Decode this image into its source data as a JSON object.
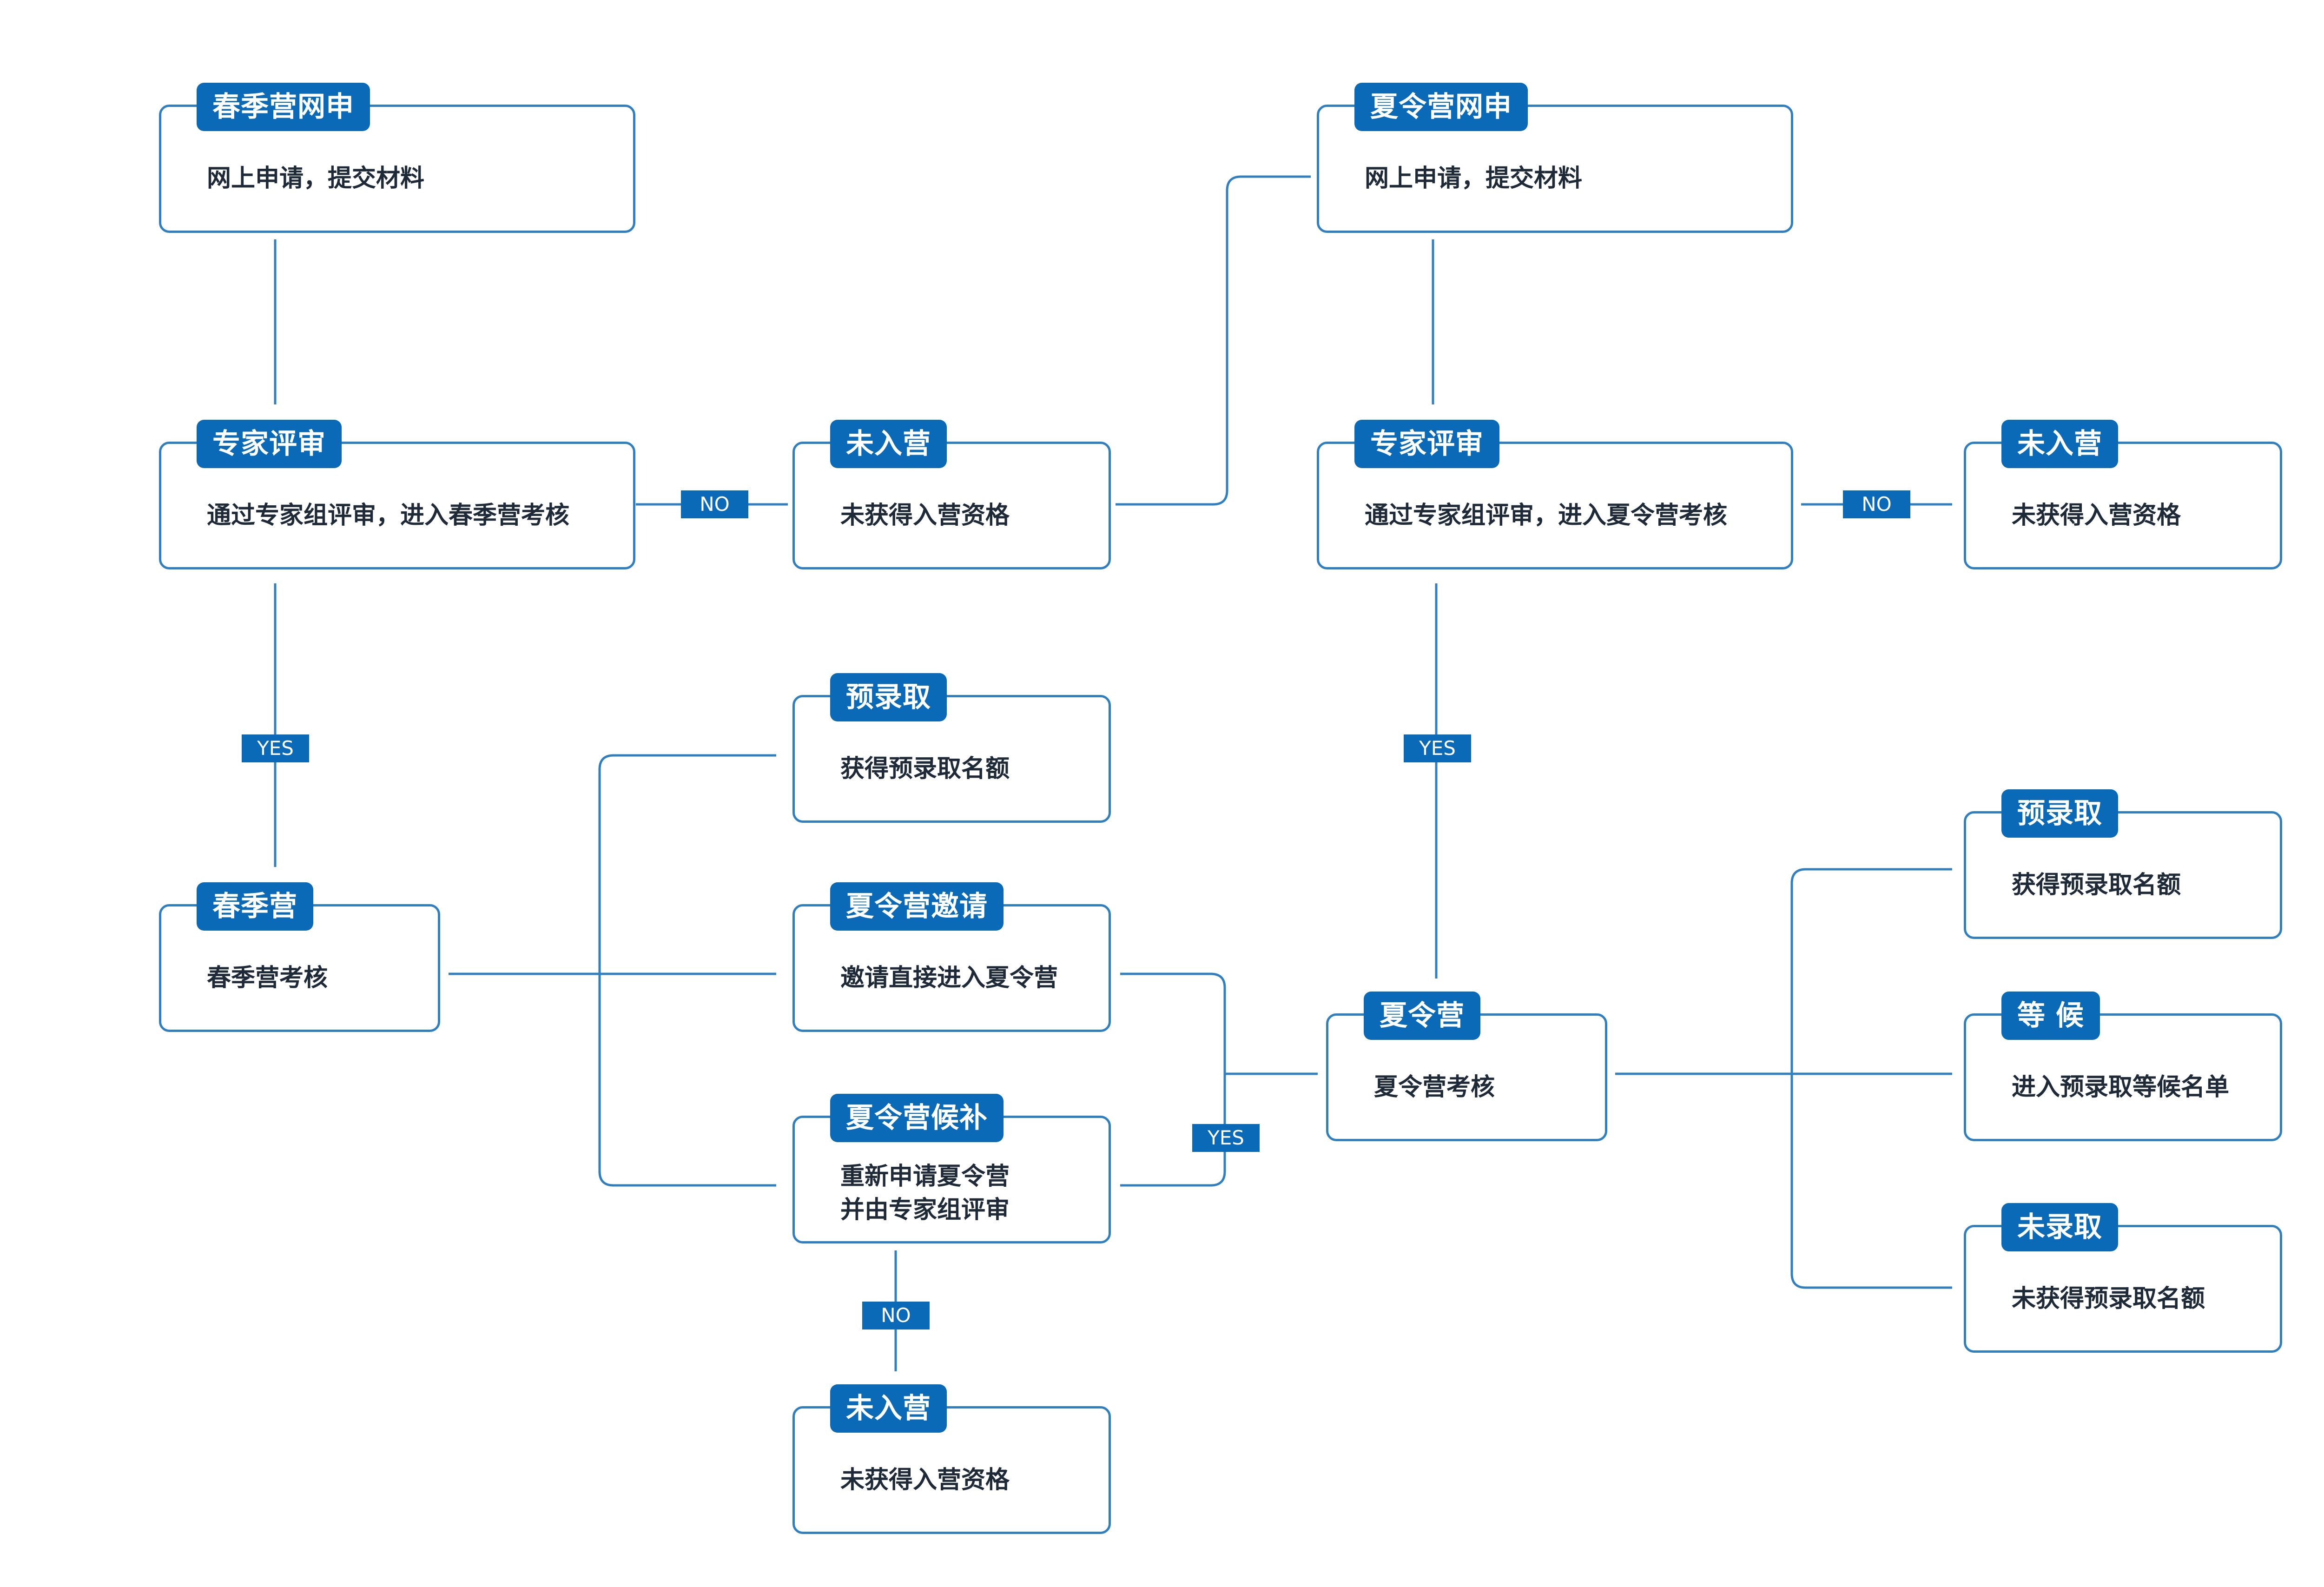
{
  "colors": {
    "line": "#2f7fc1",
    "label_fill": "#0a6ab8",
    "text": "#1e2a38"
  },
  "nodes": {
    "spring_apply": {
      "title": "春季营网申",
      "body": "网上申请，提交材料"
    },
    "spring_review": {
      "title": "专家评审",
      "body": "通过专家组评审，进入春季营考核"
    },
    "spring_reject": {
      "title": "未入营",
      "body": "未获得入营资格"
    },
    "spring_camp": {
      "title": "春季营",
      "body": "春季营考核"
    },
    "spring_pre_admit": {
      "title": "预录取",
      "body": "获得预录取名额"
    },
    "summer_invite": {
      "title": "夏令营邀请",
      "body": "邀请直接进入夏令营"
    },
    "summer_alternate": {
      "title": "夏令营候补",
      "body_line1": "重新申请夏令营",
      "body_line2": "并由专家组评审"
    },
    "alternate_reject": {
      "title": "未入营",
      "body": "未获得入营资格"
    },
    "summer_apply": {
      "title": "夏令营网申",
      "body": "网上申请，提交材料"
    },
    "summer_review": {
      "title": "专家评审",
      "body": "通过专家组评审，进入夏令营考核"
    },
    "summer_reject": {
      "title": "未入营",
      "body": "未获得入营资格"
    },
    "summer_camp": {
      "title": "夏令营",
      "body": "夏令营考核"
    },
    "summer_pre_admit": {
      "title": "预录取",
      "body": "获得预录取名额"
    },
    "summer_waitlist": {
      "title": "等 候",
      "body": "进入预录取等候名单"
    },
    "summer_not_admitted": {
      "title": "未录取",
      "body": "未获得预录取名额"
    }
  },
  "edge_labels": {
    "spring_review_no": "NO",
    "spring_review_yes": "YES",
    "summer_review_no": "NO",
    "summer_review_yes": "YES",
    "alternate_yes": "YES",
    "alternate_no": "NO"
  }
}
